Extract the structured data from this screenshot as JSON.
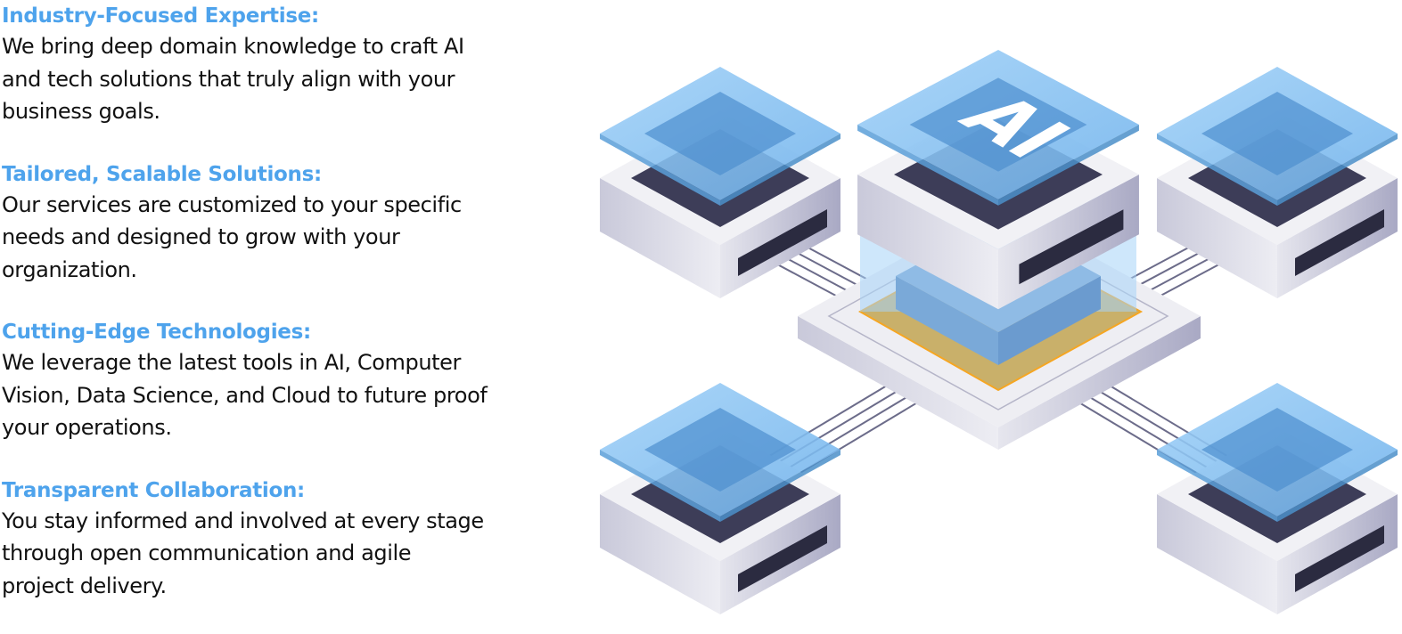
{
  "features": [
    {
      "title": "Industry-Focused Expertise:",
      "lines": [
        "We bring deep domain knowledge to craft AI",
        "and tech solutions that truly align with your",
        "business goals."
      ]
    },
    {
      "title": "Tailored, Scalable Solutions:",
      "lines": [
        "Our services are customized to your specific",
        "needs and designed to grow with your",
        "organization."
      ]
    },
    {
      "title": "Cutting-Edge Technologies:",
      "lines": [
        "We leverage the latest tools in AI, Computer",
        "Vision, Data Science, and Cloud to future proof",
        "your operations."
      ]
    },
    {
      "title": "Transparent Collaboration:",
      "lines": [
        "You stay informed and involved at every stage",
        "through open communication and agile",
        "project delivery."
      ]
    }
  ],
  "illustration": {
    "label": "AI",
    "colors": {
      "heading": "#4ea3ec",
      "glass": "#7fbdf0",
      "server": "#e9e9f0",
      "dark": "#3b3b55",
      "accent": "#f5a623"
    }
  }
}
